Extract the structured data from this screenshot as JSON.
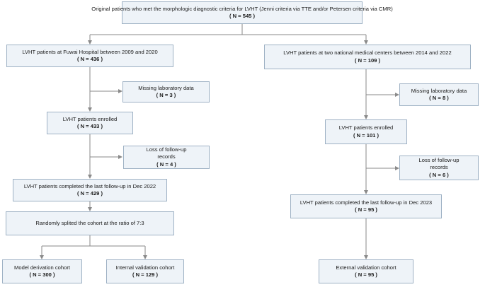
{
  "flowchart": {
    "original": {
      "line1": "Original patients who met the morphologic diagnostic criteria for LVHT (Jenni criteria via TTE and/or Petersen criteria via CMR)",
      "line2": "( N = 545 )"
    },
    "left": {
      "fuwai": {
        "line1": "LVHT patients at Fuwai Hospital between 2009 and 2020",
        "line2": "( N = 436 )"
      },
      "missing": {
        "line1": "Missing laboratory data",
        "line2": "( N = 3 )"
      },
      "enrolled": {
        "line1": "LVHT patients enrolled",
        "line2": "( N = 433 )"
      },
      "lost": {
        "line1": "Loss of follow-up",
        "line2": "records",
        "line3": "( N = 4 )"
      },
      "completed": {
        "line1": "LVHT patients completed the last follow-up in Dec 2022",
        "line2": "( N = 429 )"
      },
      "split": {
        "line1": "Randomly splited the cohort at the ratio of 7:3"
      },
      "derivation": {
        "line1": "Model derivation cohort",
        "line2": "( N = 300 )"
      },
      "internal": {
        "line1": "Internal validation cohort",
        "line2": "( N = 129 )"
      }
    },
    "right": {
      "national": {
        "line1": "LVHT patients at two national medical centers between 2014 and 2022",
        "line2": "( N = 109 )"
      },
      "missing": {
        "line1": "Missing laboratory data",
        "line2": "( N = 8 )"
      },
      "enrolled": {
        "line1": "LVHT patients enrolled",
        "line2": "( N = 101 )"
      },
      "lost": {
        "line1": "Loss of follow-up",
        "line2": "records",
        "line3": "( N = 6 )"
      },
      "completed": {
        "line1": "LVHT patients completed the last follow-up in Dec 2023",
        "line2": "( N = 95 )"
      },
      "external": {
        "line1": "External validation cohort",
        "line2": "( N = 95 )"
      }
    }
  }
}
